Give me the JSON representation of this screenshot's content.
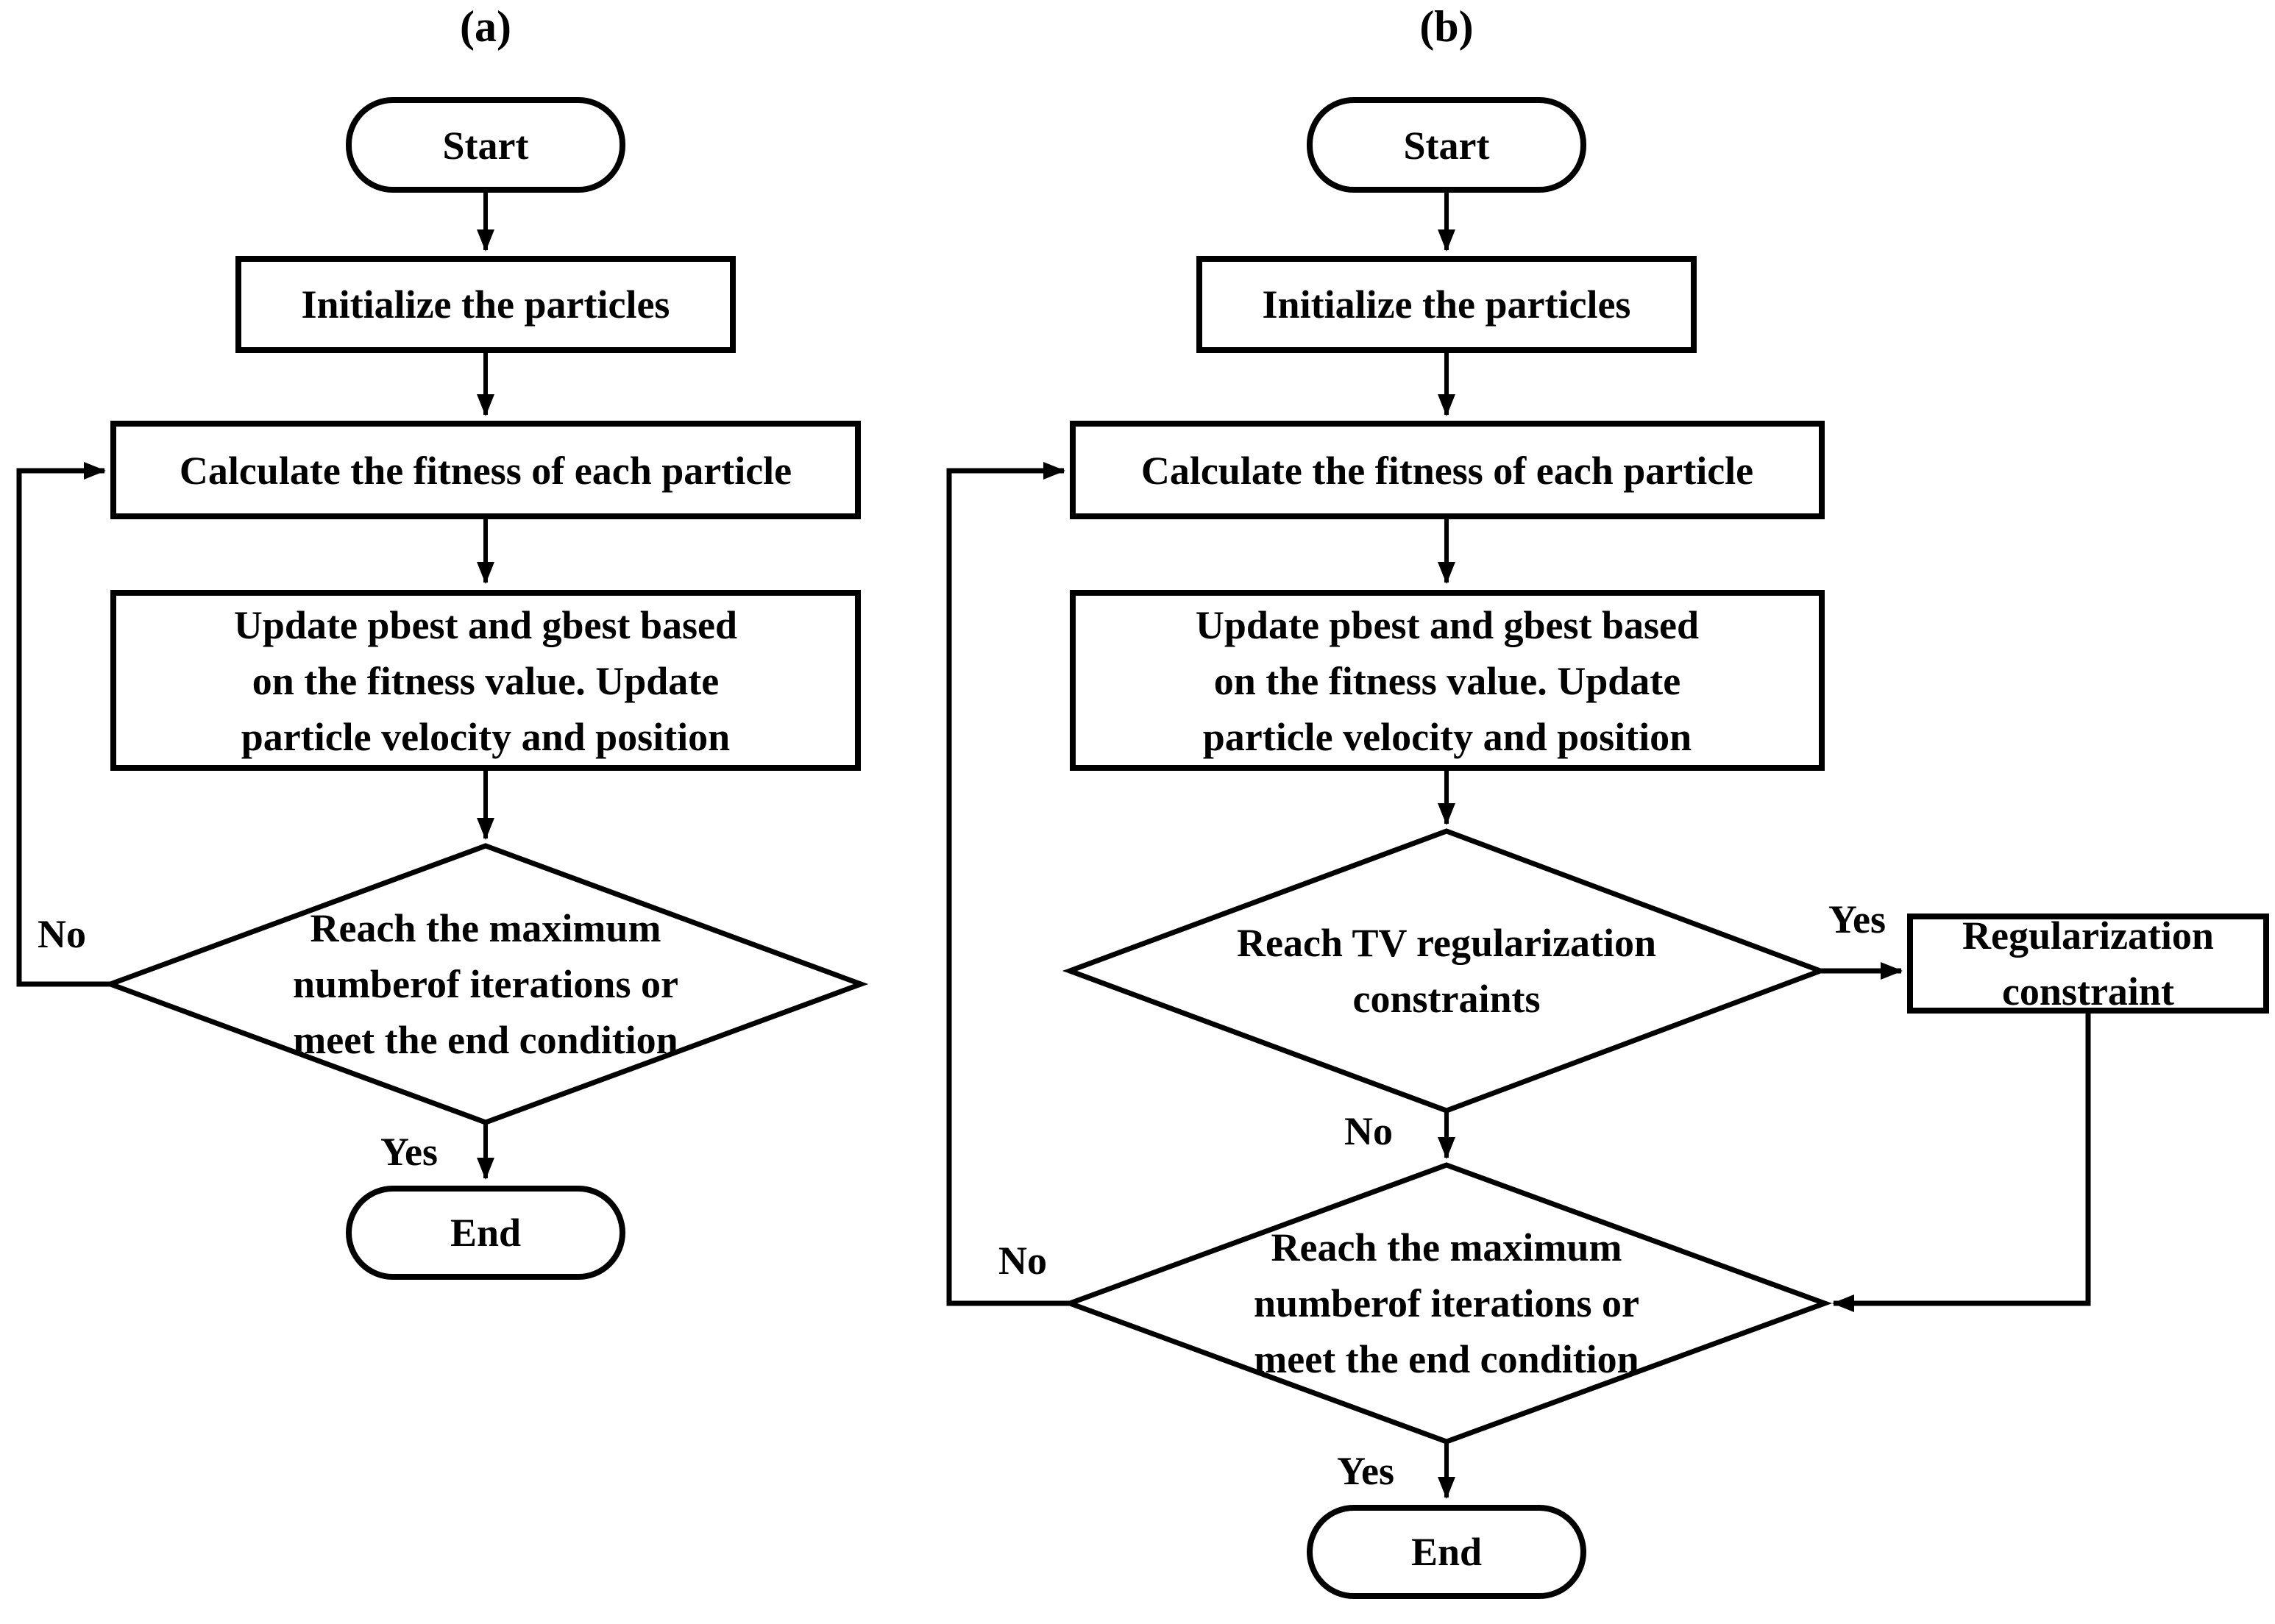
{
  "figure": {
    "background_color": "#ffffff",
    "stroke_color": "#000000",
    "panel_a": {
      "label": "(a)",
      "nodes": {
        "start": "Start",
        "initialize": "Initialize the particles",
        "calculate": "Calculate the fitness of each particle",
        "update": "Update pbest and gbest based\non the fitness value. Update\nparticle velocity and position",
        "decision_iterations": "Reach the maximum\nnumberof iterations or\nmeet the end condition",
        "end": "End"
      },
      "edge_labels": {
        "no_loop": "No",
        "yes_end": "Yes"
      }
    },
    "panel_b": {
      "label": "(b)",
      "nodes": {
        "start": "Start",
        "initialize": "Initialize the particles",
        "calculate": "Calculate the fitness of each particle",
        "update": "Update pbest and gbest based\non the fitness value. Update\nparticle velocity and position",
        "decision_tv": "Reach TV regularization\nconstraints",
        "regularization": "Regularization\nconstraint",
        "decision_iterations": "Reach the maximum\nnumberof iterations or\nmeet the end condition",
        "end": "End"
      },
      "edge_labels": {
        "yes_tv": "Yes",
        "no_tv": "No",
        "no_loop": "No",
        "yes_end": "Yes"
      }
    }
  }
}
